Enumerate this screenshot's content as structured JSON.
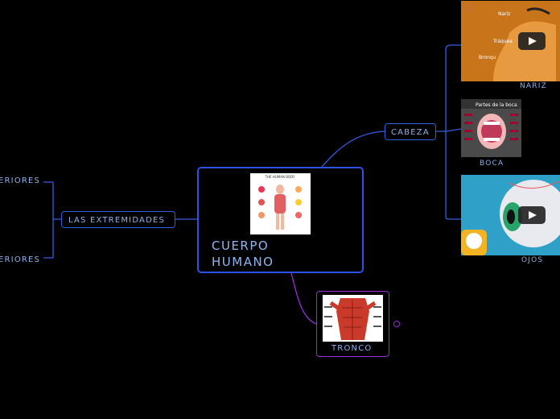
{
  "central": {
    "title_line1": "CUERPO",
    "title_line2": "HUMANO",
    "image_alt": "THE HUMAN BODY"
  },
  "branches": {
    "extremidades": {
      "label": "LAS EXTREMIDADES",
      "children": [
        "ERIORES",
        "ERIORES"
      ]
    },
    "cabeza": {
      "label": "CABEZA",
      "children": [
        "NARIZ",
        "BOCA",
        "OJOS"
      ]
    },
    "tronco": {
      "label": "TRONCO"
    }
  },
  "media": {
    "nariz": {
      "words": [
        "Nariz",
        "Tráquea",
        "Bronqu"
      ],
      "video": true
    },
    "boca": {
      "header": "Partes de la boca"
    },
    "ojos": {
      "video": true
    }
  },
  "colors": {
    "main": "#2f5fe0",
    "tronco": "#9a2ce0",
    "text": "#8fb2ee"
  }
}
